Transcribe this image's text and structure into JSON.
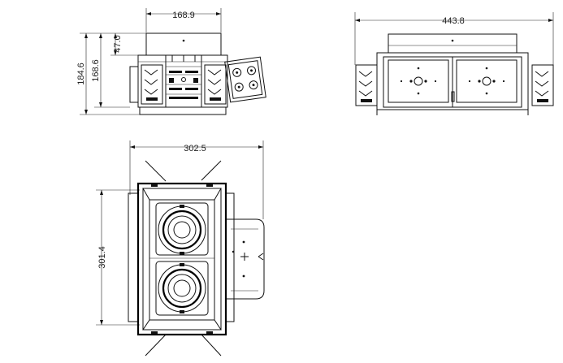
{
  "views": {
    "side": {
      "top_width": "168.9",
      "flange_depth": "47.0",
      "overall_height": "184.6",
      "body_height": "168.6"
    },
    "front": {
      "overall_width": "443.8"
    },
    "plan": {
      "overall_width": "302.5",
      "overall_length": "301.4"
    }
  }
}
